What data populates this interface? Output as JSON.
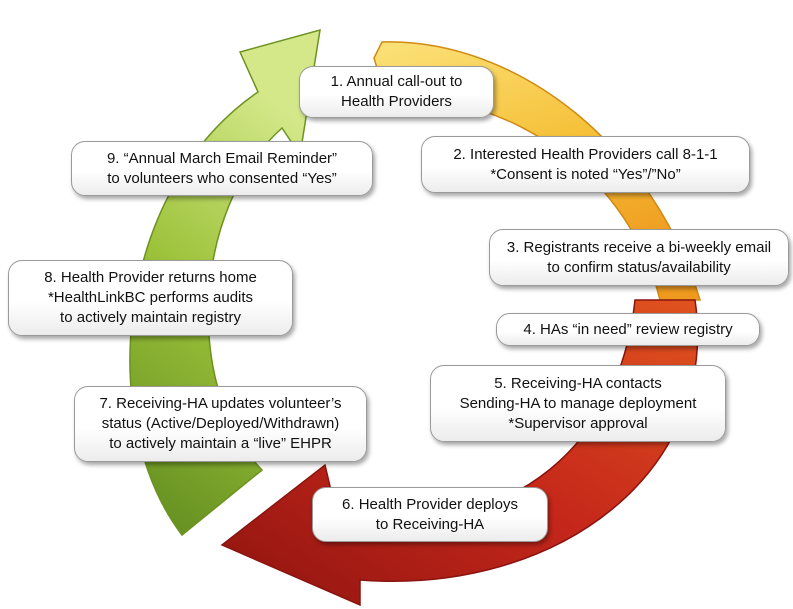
{
  "colors": {
    "green_light": "#c4dd6a",
    "green_dark": "#7aa02a",
    "yellow": "#f7d14a",
    "orange": "#f09a1c",
    "red_dark": "#b11d16",
    "red_mid": "#d4391c",
    "box_border": "#9a9a9a"
  },
  "steps": [
    {
      "line1": "1. Annual call-out to",
      "line2": "Health Providers"
    },
    {
      "line1": "2. Interested Health Providers call 8-1-1",
      "line2": "*Consent is noted “Yes”/”No”"
    },
    {
      "line1": "3. Registrants receive a bi-weekly email",
      "line2": "to confirm status/availability"
    },
    {
      "line1": "4. HAs “in need” review registry"
    },
    {
      "line1": "5. Receiving-HA contacts",
      "line2": "Sending-HA to manage deployment",
      "line3": "*Supervisor approval"
    },
    {
      "line1": "6. Health Provider deploys",
      "line2": "to Receiving-HA"
    },
    {
      "line1": "7. Receiving-HA updates volunteer’s",
      "line2": "status (Active/Deployed/Withdrawn)",
      "line3": "to actively maintain a “live” EHPR"
    },
    {
      "line1": "8. Health Provider returns home",
      "line2": "*HealthLinkBC performs audits",
      "line3": "to actively maintain registry"
    },
    {
      "line1": "9. “Annual March Email Reminder”",
      "line2": "to volunteers who consented “Yes”"
    }
  ]
}
